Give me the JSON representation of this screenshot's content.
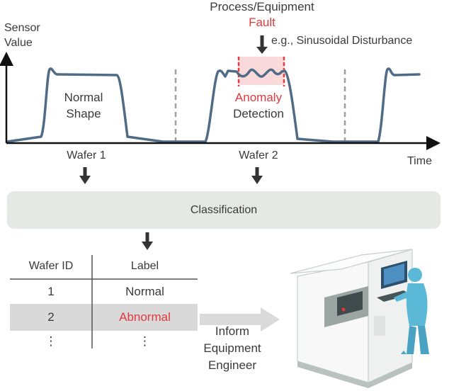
{
  "header": {
    "process_equipment": "Process/Equipment",
    "fault": "Fault",
    "example": "e.g., Sinusoidal Disturbance"
  },
  "axes": {
    "y_label_line1": "Sensor",
    "y_label_line2": "Value",
    "x_label": "Time"
  },
  "signal": {
    "normal_line1": "Normal",
    "normal_line2": "Shape",
    "anomaly_line1": "Anomaly",
    "anomaly_line2": "Detection"
  },
  "wafers": {
    "wafer1": "Wafer 1",
    "wafer2": "Wafer 2"
  },
  "classification": {
    "label": "Classification"
  },
  "table": {
    "headers": [
      "Wafer ID",
      "Label"
    ],
    "rows": [
      {
        "id": "1",
        "label": "Normal"
      },
      {
        "id": "2",
        "label": "Abnormal"
      },
      {
        "id": "⋮",
        "label": "⋮"
      }
    ]
  },
  "inform": {
    "line1": "Inform",
    "line2": "Equipment",
    "line3": "Engineer"
  },
  "colors": {
    "signal": "#4f6b86",
    "fault": "#e0393e",
    "highlight_row": "#d9d9d9",
    "classification_bg": "#e5e9e6",
    "engineer": "#5bb8d6"
  }
}
